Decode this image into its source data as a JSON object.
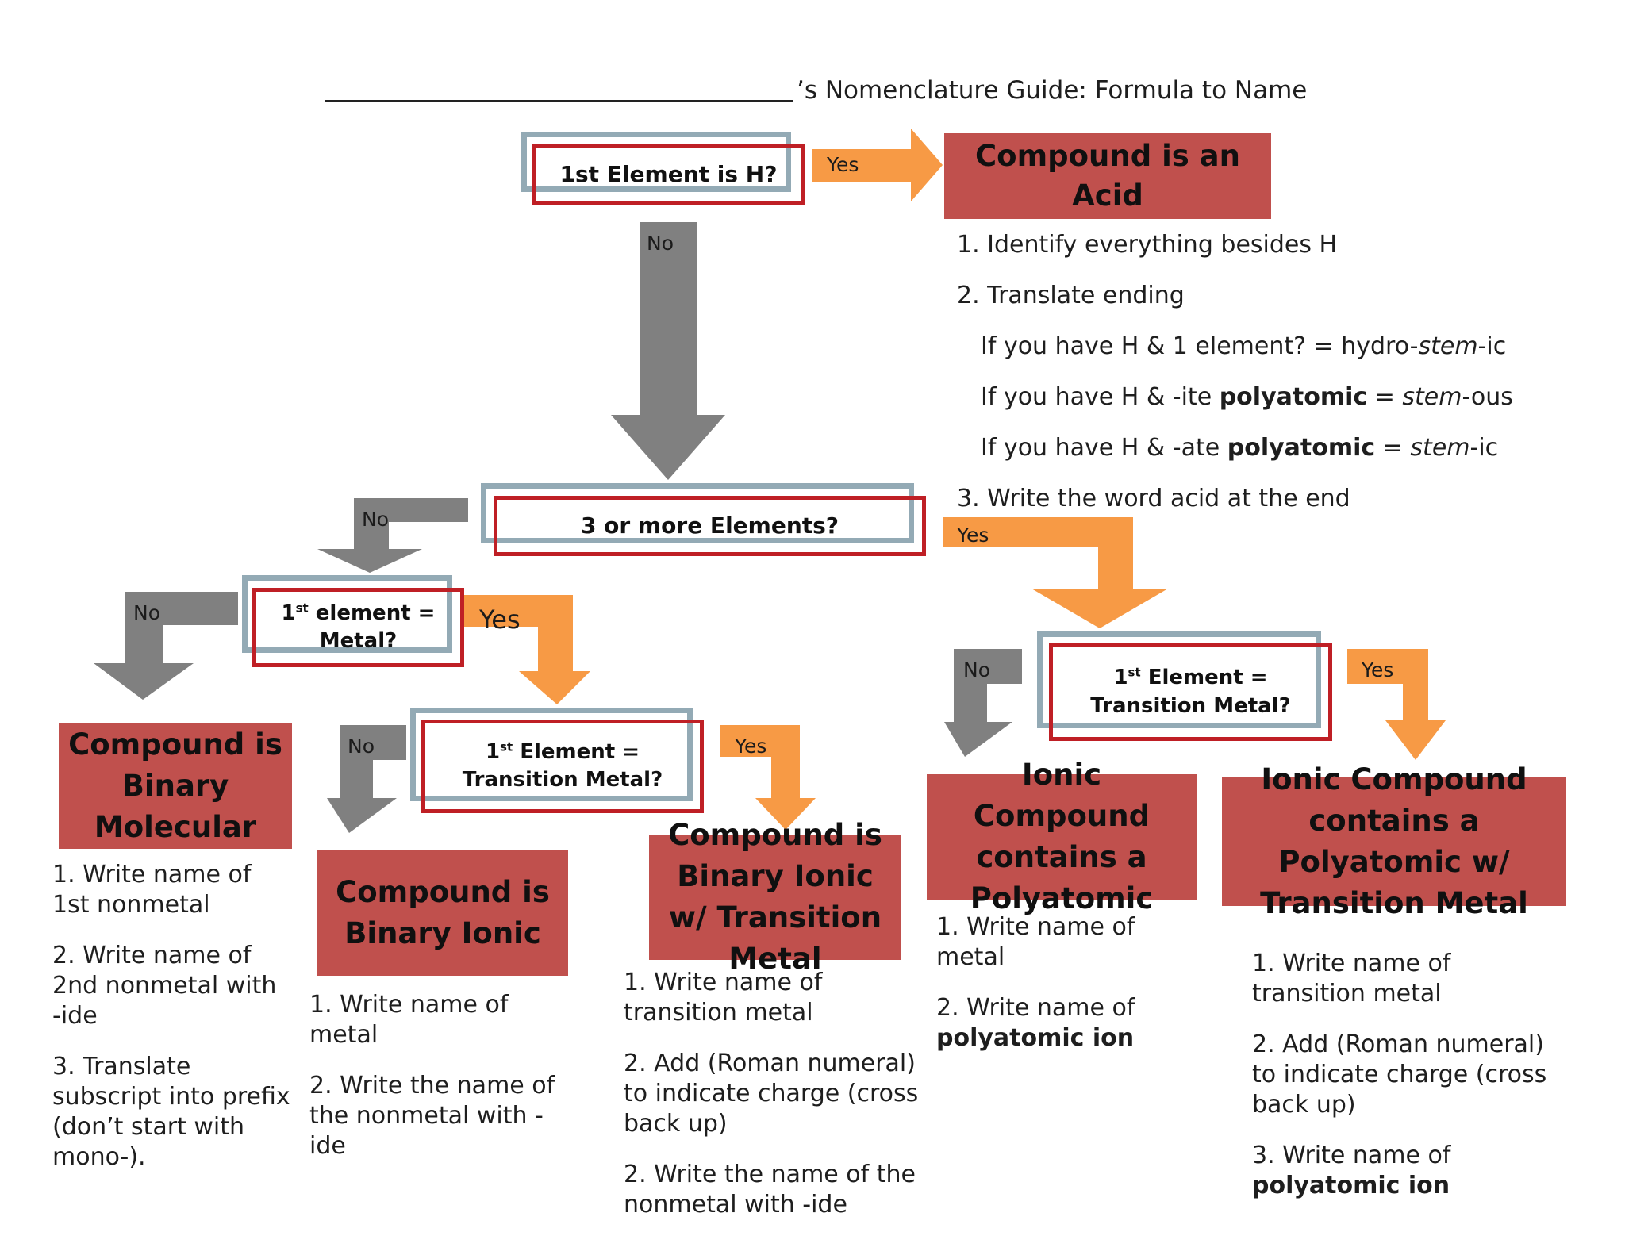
{
  "title": "’s Nomenclature Guide:  Formula to Name",
  "questions": {
    "q1": "1st Element is H?",
    "q2": "3 or more Elements?",
    "q3_pre": "1",
    "q3_sup": "st",
    "q3_post": " element =",
    "q3_line2": "Metal?",
    "q4_pre": "1",
    "q4_sup": "st",
    "q4_post": " Element =",
    "q4_line2": "Transition Metal?",
    "q5_pre": "1",
    "q5_sup": "st",
    "q5_post": " Element =",
    "q5_line2": "Transition Metal?"
  },
  "labels": {
    "yes": "Yes",
    "no": "No"
  },
  "outcomes": {
    "acid": "Compound is an Acid",
    "binary_molecular": "Compound is Binary Molecular",
    "binary_ionic": "Compound is Binary Ionic",
    "binary_ionic_tm": "Compound is Binary Ionic w/ Transition Metal",
    "ionic_poly": "Ionic Compound contains a Polyatomic",
    "ionic_poly_tm": "Ionic Compound contains a Polyatomic w/ Transition Metal"
  },
  "steps": {
    "acid": {
      "s1": "1. Identify everything besides H",
      "s2": "2. Translate ending",
      "r1_a": "If you have H & 1 element?  = hydro-",
      "r1_stem": "stem",
      "r1_b": "-ic",
      "r2_a": "If you have H & -ite ",
      "r2_bold": "polyatomic",
      "r2_b": " = ",
      "r2_stem": "stem",
      "r2_c": "-ous",
      "r3_a": "If you have H & -ate ",
      "r3_bold": "polyatomic",
      "r3_b": " = ",
      "r3_stem": "stem",
      "r3_c": "-ic",
      "s3": "3. Write the word acid at the end"
    },
    "binary_molecular": {
      "s1a": "1. Write name of",
      "s1b": "1st nonmetal",
      "s2a": "2. Write name of",
      "s2b": "2nd nonmetal with",
      "s2c": "-ide",
      "s3a": "3. Translate",
      "s3b": "subscript into prefix",
      "s3c": "(don’t start with",
      "s3d": "mono-)."
    },
    "binary_ionic": {
      "s1a": "1. Write name of",
      "s1b": "metal",
      "s2a": "2. Write the name of",
      "s2b": "the nonmetal with -",
      "s2c": "ide"
    },
    "binary_ionic_tm": {
      "s1a": "1. Write name of",
      "s1b": "transition metal",
      "s2a": "2.  Add (Roman numeral)",
      "s2b": "to indicate charge (cross",
      "s2c": "back up)",
      "s3a": "2. Write the name of the",
      "s3b": "nonmetal with -ide"
    },
    "ionic_poly": {
      "s1a": "1. Write name of",
      "s1b": "metal",
      "s2a": "2. Write name of",
      "s2b": "polyatomic ion"
    },
    "ionic_poly_tm": {
      "s1a": "1. Write name of",
      "s1b": "transition metal",
      "s2a": "2.  Add (Roman numeral)",
      "s2b": "to indicate charge (cross",
      "s2c": "back up)",
      "s3a": "3. Write name of",
      "s3b": "polyatomic ion"
    }
  },
  "colors": {
    "outcome_fill": "#c0504d",
    "question_border": "#bf1f25",
    "question_outer": "#93aab5",
    "yes_arrow": "#f79a45",
    "no_arrow": "#808080"
  }
}
